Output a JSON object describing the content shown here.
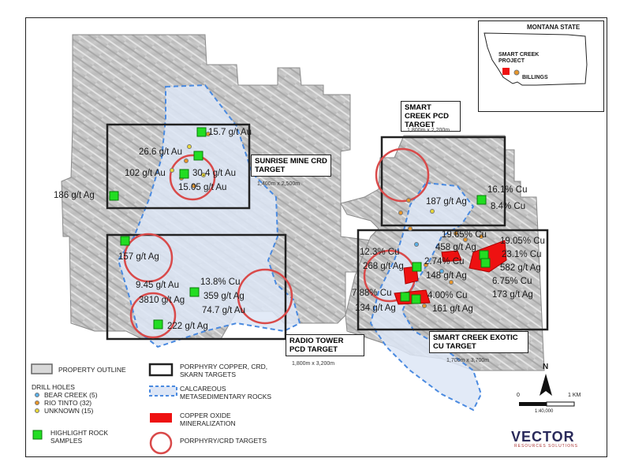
{
  "inset": {
    "state_label": "MONTANA STATE",
    "project_label": "SMART CREEK PROJECT",
    "city_label": "BILLINGS"
  },
  "targets": {
    "sunrise": {
      "name": "SUNRISE MINE CRD TARGET",
      "dims": "1,400m x 2,500m"
    },
    "smart_pcd": {
      "name": "SMART CREEK PCD TARGET",
      "dims": "1,800m x 2,200m"
    },
    "radio": {
      "name": "RADIO TOWER PCD TARGET",
      "dims": "1,800m x 3,200m"
    },
    "exotic": {
      "name": "SMART CREEK EXOTIC CU TARGET",
      "dims": "1,700m x 3,700m"
    }
  },
  "samples": [
    "15.7 g/t Au",
    "26.6 g/t Au",
    "102 g/t Au",
    "30.4 g/t Au",
    "15.05 g/t Au",
    "186 g/t Ag",
    "157 g/t Ag",
    "9.45 g/t Au",
    "3810 g/t Ag",
    "13.8% Cu",
    "359 g/t Ag",
    "74.7 g/t Au",
    "222 g/t Ag",
    "187 g/t Ag",
    "16.1% Cu",
    "8.4% Cu",
    "19.65% Cu",
    "458 g/t Ag",
    "2.74% Cu",
    "148 g/t Ag",
    "12.3% Cu",
    "268 g/t Ag",
    "19.05% Cu",
    "23.1% Cu",
    "582 g/t Ag",
    "6.75% Cu",
    "173 g/t Ag",
    "7.88% Cu",
    "134 g/t Ag",
    "4.00% Cu",
    "161 g/t Ag"
  ],
  "legend": {
    "property_outline": "PROPERTY OUTLINE",
    "drill_holes": "DRILL HOLES",
    "bear_creek": "BEAR CREEK (5)",
    "rio_tinto": "RIO TINTO (32)",
    "unknown": "UNKNOWN (15)",
    "highlight": "HIGHLIGHT ROCK SAMPLES",
    "porphyry_targets": "PORPHYRY COPPER, CRD, SKARN TARGETS",
    "calcareous": "CALCAREOUS METASEDIMENTARY ROCKS",
    "copper_oxide": "COPPER OXIDE MINERALIZATION",
    "porphyry_crd": "PORPHYRY/CRD TARGETS"
  },
  "scale": {
    "zero": "0",
    "one": "1 KM",
    "ratio": "1:40,000",
    "north": "N"
  },
  "brand": {
    "name": "VECTOR",
    "tagline": "RESOURCES SOLUTIONS"
  },
  "colors": {
    "target_box": "#222222",
    "porphyry_circle": "#d94a4a",
    "copper_oxide": "#ee1111",
    "calcareous_fill": "#dde6f6",
    "calcareous_edge": "#4a8ae0",
    "rock_sample": "#22dd22",
    "bear_creek": "#5ab0e8",
    "rio_tinto": "#e8962a",
    "unknown": "#e8d838"
  }
}
